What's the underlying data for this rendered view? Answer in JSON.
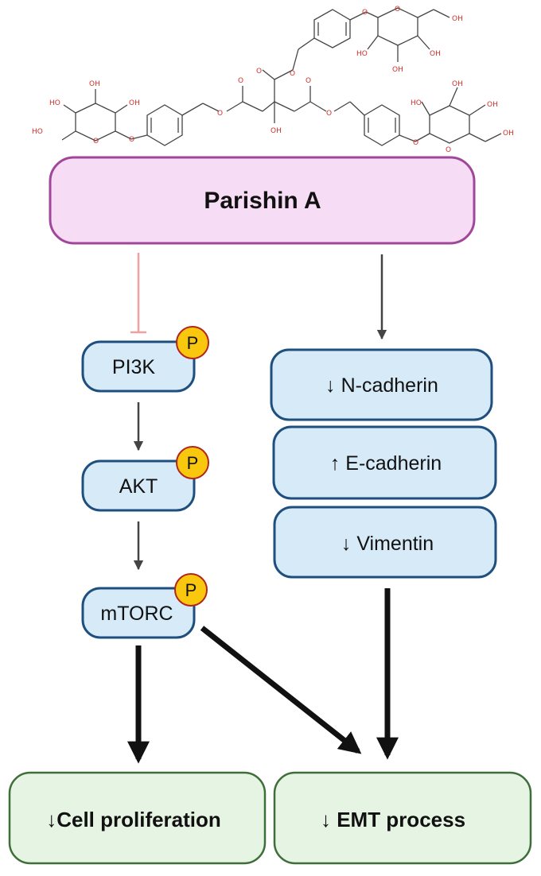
{
  "compound": {
    "name": "Parishin A",
    "structure_labels": {
      "oh": "OH",
      "ho": "HO",
      "o": "O"
    }
  },
  "pathway": {
    "nodes": [
      {
        "id": "pi3k",
        "label": "PI3K",
        "badge": "P"
      },
      {
        "id": "akt",
        "label": "AKT",
        "badge": "P"
      },
      {
        "id": "mtorc",
        "label": "mTORC",
        "badge": "P"
      }
    ]
  },
  "markers": [
    {
      "arrow": "↓",
      "label": "N-cadherin"
    },
    {
      "arrow": "↑",
      "label": "E-cadherin"
    },
    {
      "arrow": "↓",
      "label": "Vimentin"
    }
  ],
  "outcomes": [
    {
      "arrow": "↓",
      "label": "Cell proliferation"
    },
    {
      "arrow": "↓",
      "label": "EMT process"
    }
  ],
  "colors": {
    "compound_fill": "#f7dcf5",
    "compound_stroke": "#a0479a",
    "node_fill": "#d6eaf8",
    "node_stroke": "#1e4f7e",
    "badge_fill": "#f9c80e",
    "badge_stroke": "#b3261e",
    "outcome_fill": "#e6f4e3",
    "outcome_stroke": "#3f6e3a",
    "inhibition_line": "#f0a0a0"
  }
}
